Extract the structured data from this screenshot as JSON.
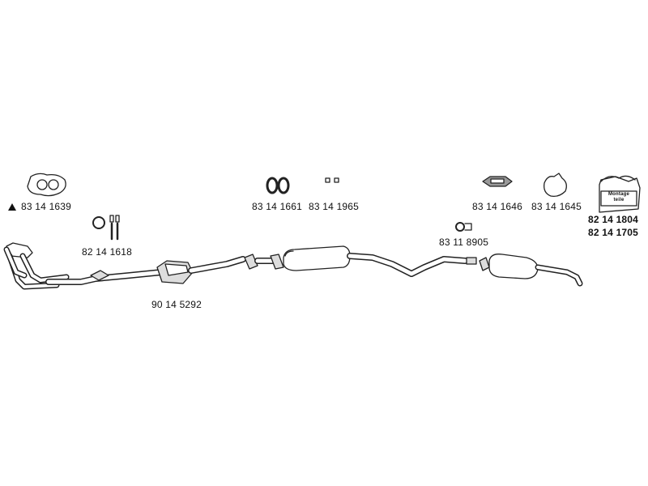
{
  "diagram": {
    "parts": [
      {
        "id": "flange_gasket",
        "number": "83 14 1639",
        "marker": "triangle"
      },
      {
        "id": "clamp_bolts",
        "number": "82 14 1618"
      },
      {
        "id": "front_pipe_cat",
        "number": "90 14 5292"
      },
      {
        "id": "rubber_rings",
        "number": "83 14 1661"
      },
      {
        "id": "small_clips",
        "number": "83 14 1965"
      },
      {
        "id": "pipe_clamp",
        "number": "83 11 8905"
      },
      {
        "id": "rubber_hanger",
        "number": "83 14 1646"
      },
      {
        "id": "rear_gasket",
        "number": "83 14 1645"
      },
      {
        "id": "mounting_kit_1",
        "number": "82 14 1804"
      },
      {
        "id": "mounting_kit_2",
        "number": "82 14 1705"
      }
    ],
    "kit_box_text": [
      "Montage",
      "teile"
    ],
    "colors": {
      "line": "#222222",
      "fill": "#ffffff",
      "shade": "#cccccc"
    }
  }
}
